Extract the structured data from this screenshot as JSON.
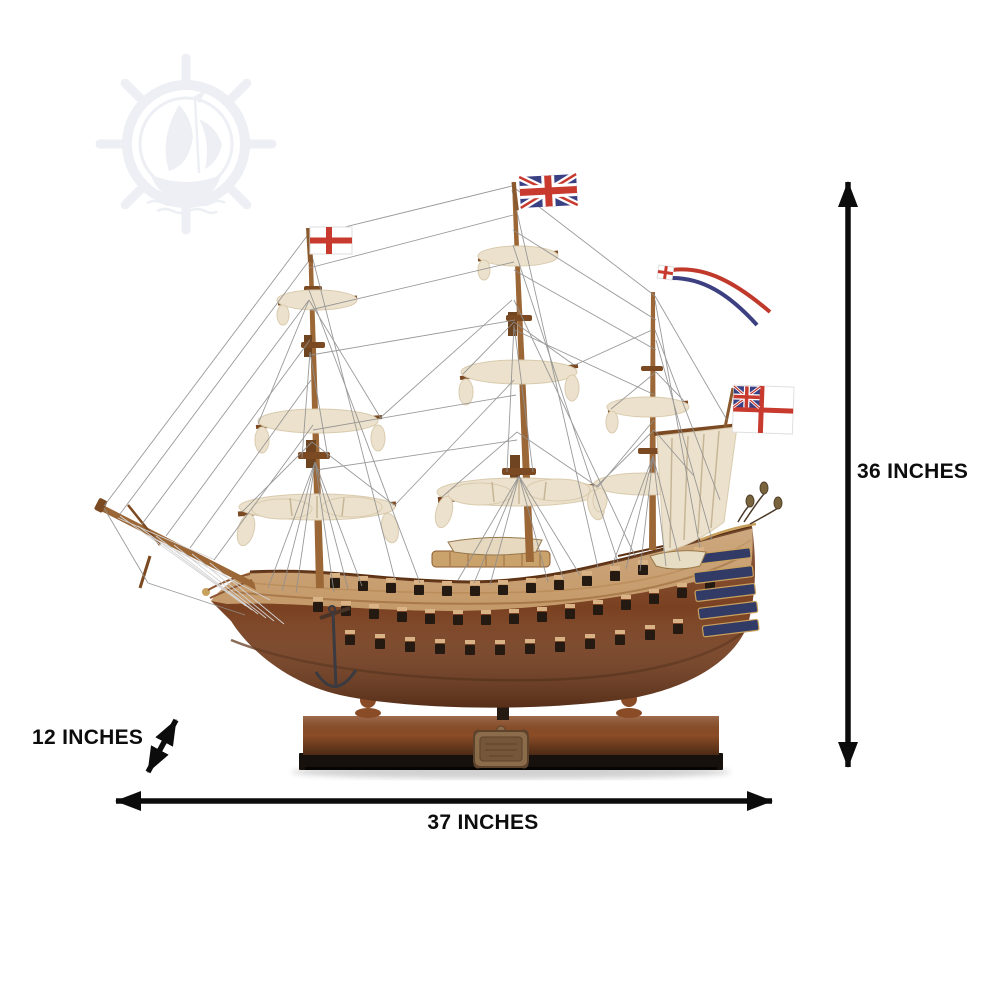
{
  "page": {
    "description": "Product photo of a wooden HMS Victory tall ship model on a display base, annotated with dimension arrows",
    "background_color": "#ffffff"
  },
  "annotations": {
    "text_color": "#0d0d0d",
    "height": {
      "label": "36 INCHES"
    },
    "length": {
      "label": "37 INCHES"
    },
    "depth": {
      "label": "12 INCHES"
    }
  },
  "watermark": {
    "icon": "ship-wheel-logo-icon",
    "color": "#edeff4"
  },
  "product": {
    "name": "wooden-tall-ship-model",
    "flags": {
      "fore_mast": "st-george-cross-flag",
      "main_mast": "union-jack-flag",
      "mizzen_mast": "commissioning-pennant",
      "stern": "white-ensign-flag"
    },
    "colors": {
      "hull_dark": "#7a4121",
      "hull_light": "#c59a6a",
      "deck": "#caa26c",
      "sails": "#ece1cc",
      "masts": "#9c6736",
      "spars": "#7c4a22",
      "rigging": "#8f8f8f",
      "base_wood": "#8a4c26",
      "base_trim": "#16110d",
      "flag_red": "#c8392e",
      "flag_blue": "#3a4084",
      "flag_white": "#ffffff",
      "gold_trim": "#c9a15e",
      "gunport": "#241a12"
    }
  }
}
